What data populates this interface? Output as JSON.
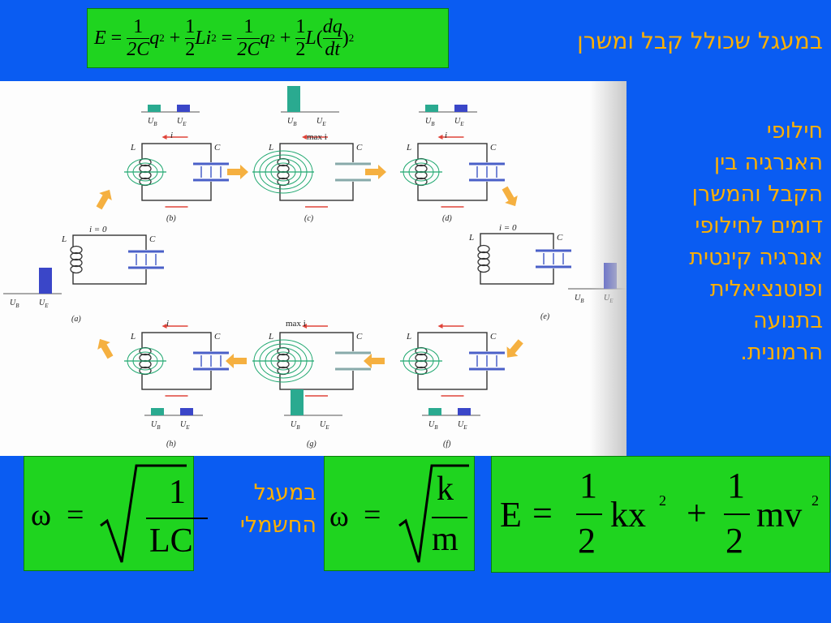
{
  "title": "במעגל שכולל קבל ומשרן",
  "energy_equation": {
    "lhs": "E",
    "eq": "=",
    "plus": "+",
    "one": "1",
    "two": "2",
    "two_c": "2C",
    "q": "q",
    "li": "Li",
    "l": "L",
    "dq": "dq",
    "dt": "dt",
    "sq": "2",
    "open_paren": "(",
    "close_paren": ")"
  },
  "description_lines": [
    "חילופי",
    "האנרגיה בין",
    "הקבל והמשרן",
    "דומים לחילופי",
    "אנרגיה קינטית",
    "ופוטנציאלית",
    "בתנועה",
    "הרמונית."
  ],
  "circuit_figure": {
    "energy_labels": {
      "ub": "U",
      "ue": "U",
      "sub_b": "B",
      "sub_e": "E"
    },
    "component_labels": {
      "inductor": "L",
      "capacitor": "C",
      "current": "i"
    },
    "current_zero": "i = 0",
    "max_i_top": "max i",
    "max_i_bottom": "max i",
    "panels": [
      {
        "label": "(a)",
        "ub": 0.0,
        "ue": 1.0
      },
      {
        "label": "(b)",
        "ub": 0.5,
        "ue": 0.5
      },
      {
        "label": "(c)",
        "ub": 1.0,
        "ue": 0.0
      },
      {
        "label": "(d)",
        "ub": 0.5,
        "ue": 0.5
      },
      {
        "label": "(e)",
        "ub": 0.0,
        "ue": 1.0
      },
      {
        "label": "(f)",
        "ub": 0.5,
        "ue": 0.5
      },
      {
        "label": "(g)",
        "ub": 1.0,
        "ue": 0.0
      },
      {
        "label": "(h)",
        "ub": 0.5,
        "ue": 0.5
      }
    ]
  },
  "omega_lc": {
    "omega": "ω",
    "eq": "=",
    "num": "1",
    "den": "LC"
  },
  "electric_circuit_label": [
    "במעגל",
    "החשמלי"
  ],
  "omega_km": {
    "omega": "ω",
    "eq": "=",
    "num": "k",
    "den": "m"
  },
  "spring_energy": {
    "lhs": "E",
    "eq": "=",
    "one": "1",
    "two": "2",
    "kx": "kx",
    "mv": "mv",
    "sq": "2",
    "plus": "+"
  },
  "colors": {
    "background": "#0a5cf2",
    "box": "#1fd41f",
    "text": "#ffb000",
    "ub_bar": "#2aaa90",
    "ue_bar": "#3a46c8"
  }
}
